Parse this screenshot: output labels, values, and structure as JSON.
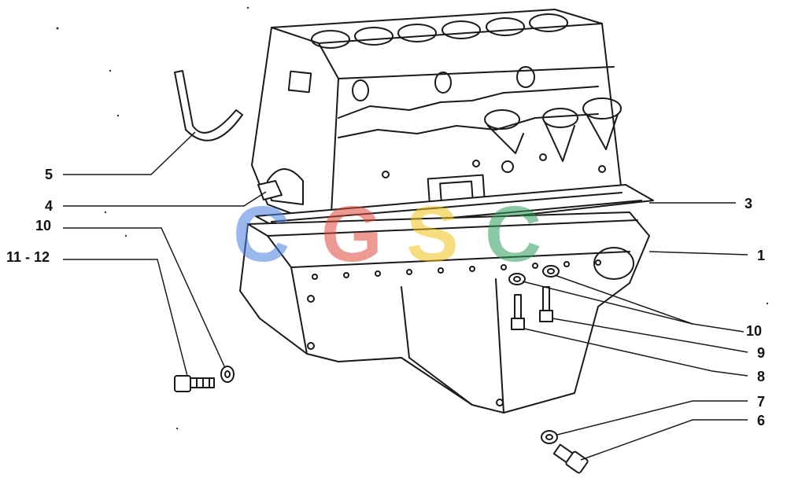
{
  "callouts": {
    "c1": "1",
    "c3": "3",
    "c4": "4",
    "c5": "5",
    "c6": "6",
    "c7": "7",
    "c8": "8",
    "c9": "9",
    "c10_left": "10",
    "c10_right": "10",
    "c11_12": "11 - 12"
  },
  "watermark": {
    "letters": [
      "C",
      "G",
      "S",
      "C"
    ],
    "colors": [
      "#4a7fe0",
      "#e04a3a",
      "#f0c419",
      "#2e9e5a"
    ]
  }
}
